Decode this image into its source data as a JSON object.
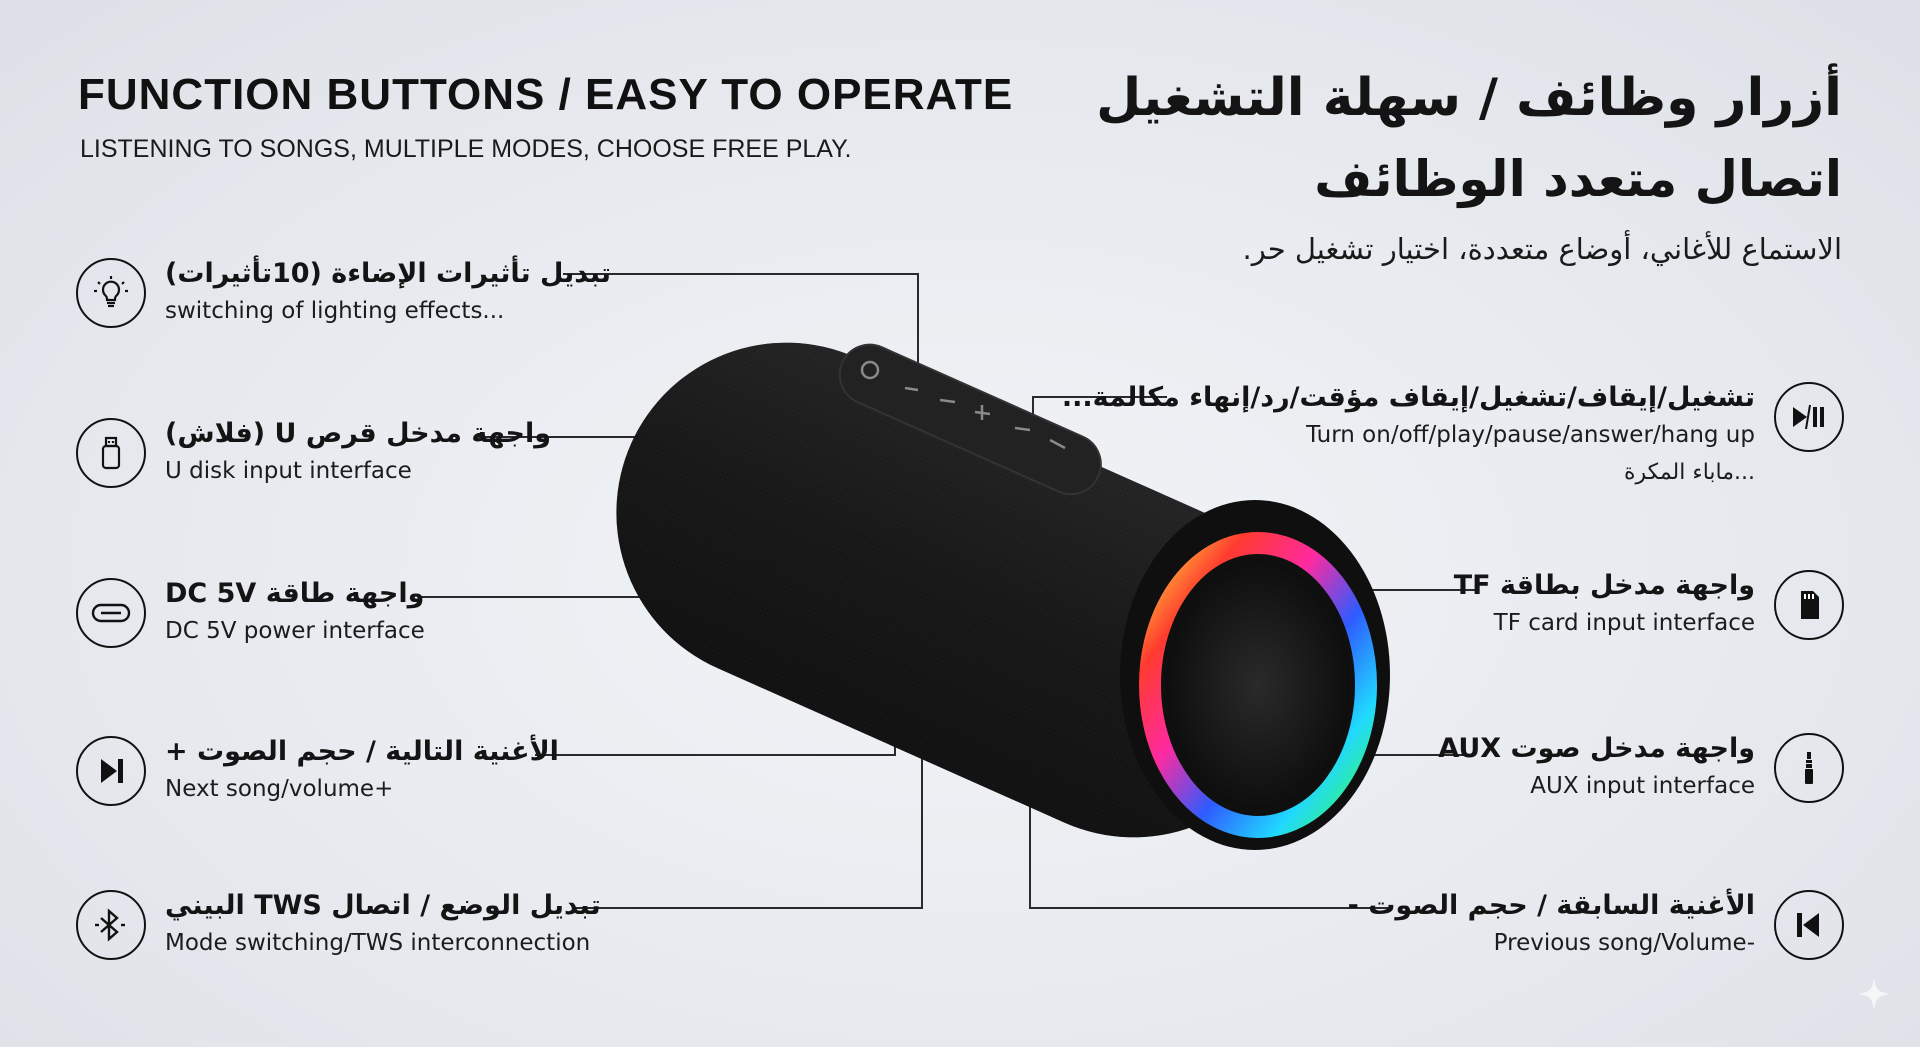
{
  "header": {
    "en_title": "FUNCTION BUTTONS / EASY TO OPERATE",
    "en_subtitle": "LISTENING TO SONGS, MULTIPLE MODES, CHOOSE FREE PLAY.",
    "ar_title_line1": "أزرار وظائف / سهلة التشغيل",
    "ar_title_line2": "اتصال متعدد الوظائف",
    "ar_subtitle": "الاستماع للأغاني، أوضاع متعددة، اختيار تشغيل حر."
  },
  "left_features": [
    {
      "icon": "lightbulb-icon",
      "ar": "تبديل تأثيرات الإضاءة (10تأثيرات)",
      "en": "switching of lighting effects..."
    },
    {
      "icon": "usb-drive-icon",
      "ar": "واجهة مدخل قرص U (فلاش)",
      "en": "U disk input interface"
    },
    {
      "icon": "usb-c-port-icon",
      "ar": "واجهة طاقة DC 5V",
      "en": "DC 5V power interface"
    },
    {
      "icon": "next-track-icon",
      "ar": "الأغنية التالية / حجم الصوت +",
      "en": "Next song/volume+"
    },
    {
      "icon": "bluetooth-icon",
      "ar": "تبديل الوضع / اتصال TWS البيني",
      "en": "Mode switching/TWS interconnection"
    }
  ],
  "right_features": [
    {
      "icon": "play-pause-icon",
      "ar": "تشغيل/إيقاف/تشغيل/إيقاف مؤقت/رد/إنهاء مكالمة...",
      "en": "Turn on/off/play/pause/answer/hang up",
      "extra": "...ماباء المكرة"
    },
    {
      "icon": "sd-card-icon",
      "ar": "واجهة مدخل بطاقة TF",
      "en": "TF card input interface"
    },
    {
      "icon": "aux-jack-icon",
      "ar": "واجهة مدخل صوت AUX",
      "en": "AUX input interface"
    },
    {
      "icon": "previous-track-icon",
      "ar": "الأغنية السابقة / حجم الصوت -",
      "en": "Previous song/Volume-"
    }
  ],
  "colors": {
    "background": "#e9ecf0",
    "text": "#141414",
    "speaker": "#1b1b1b"
  }
}
